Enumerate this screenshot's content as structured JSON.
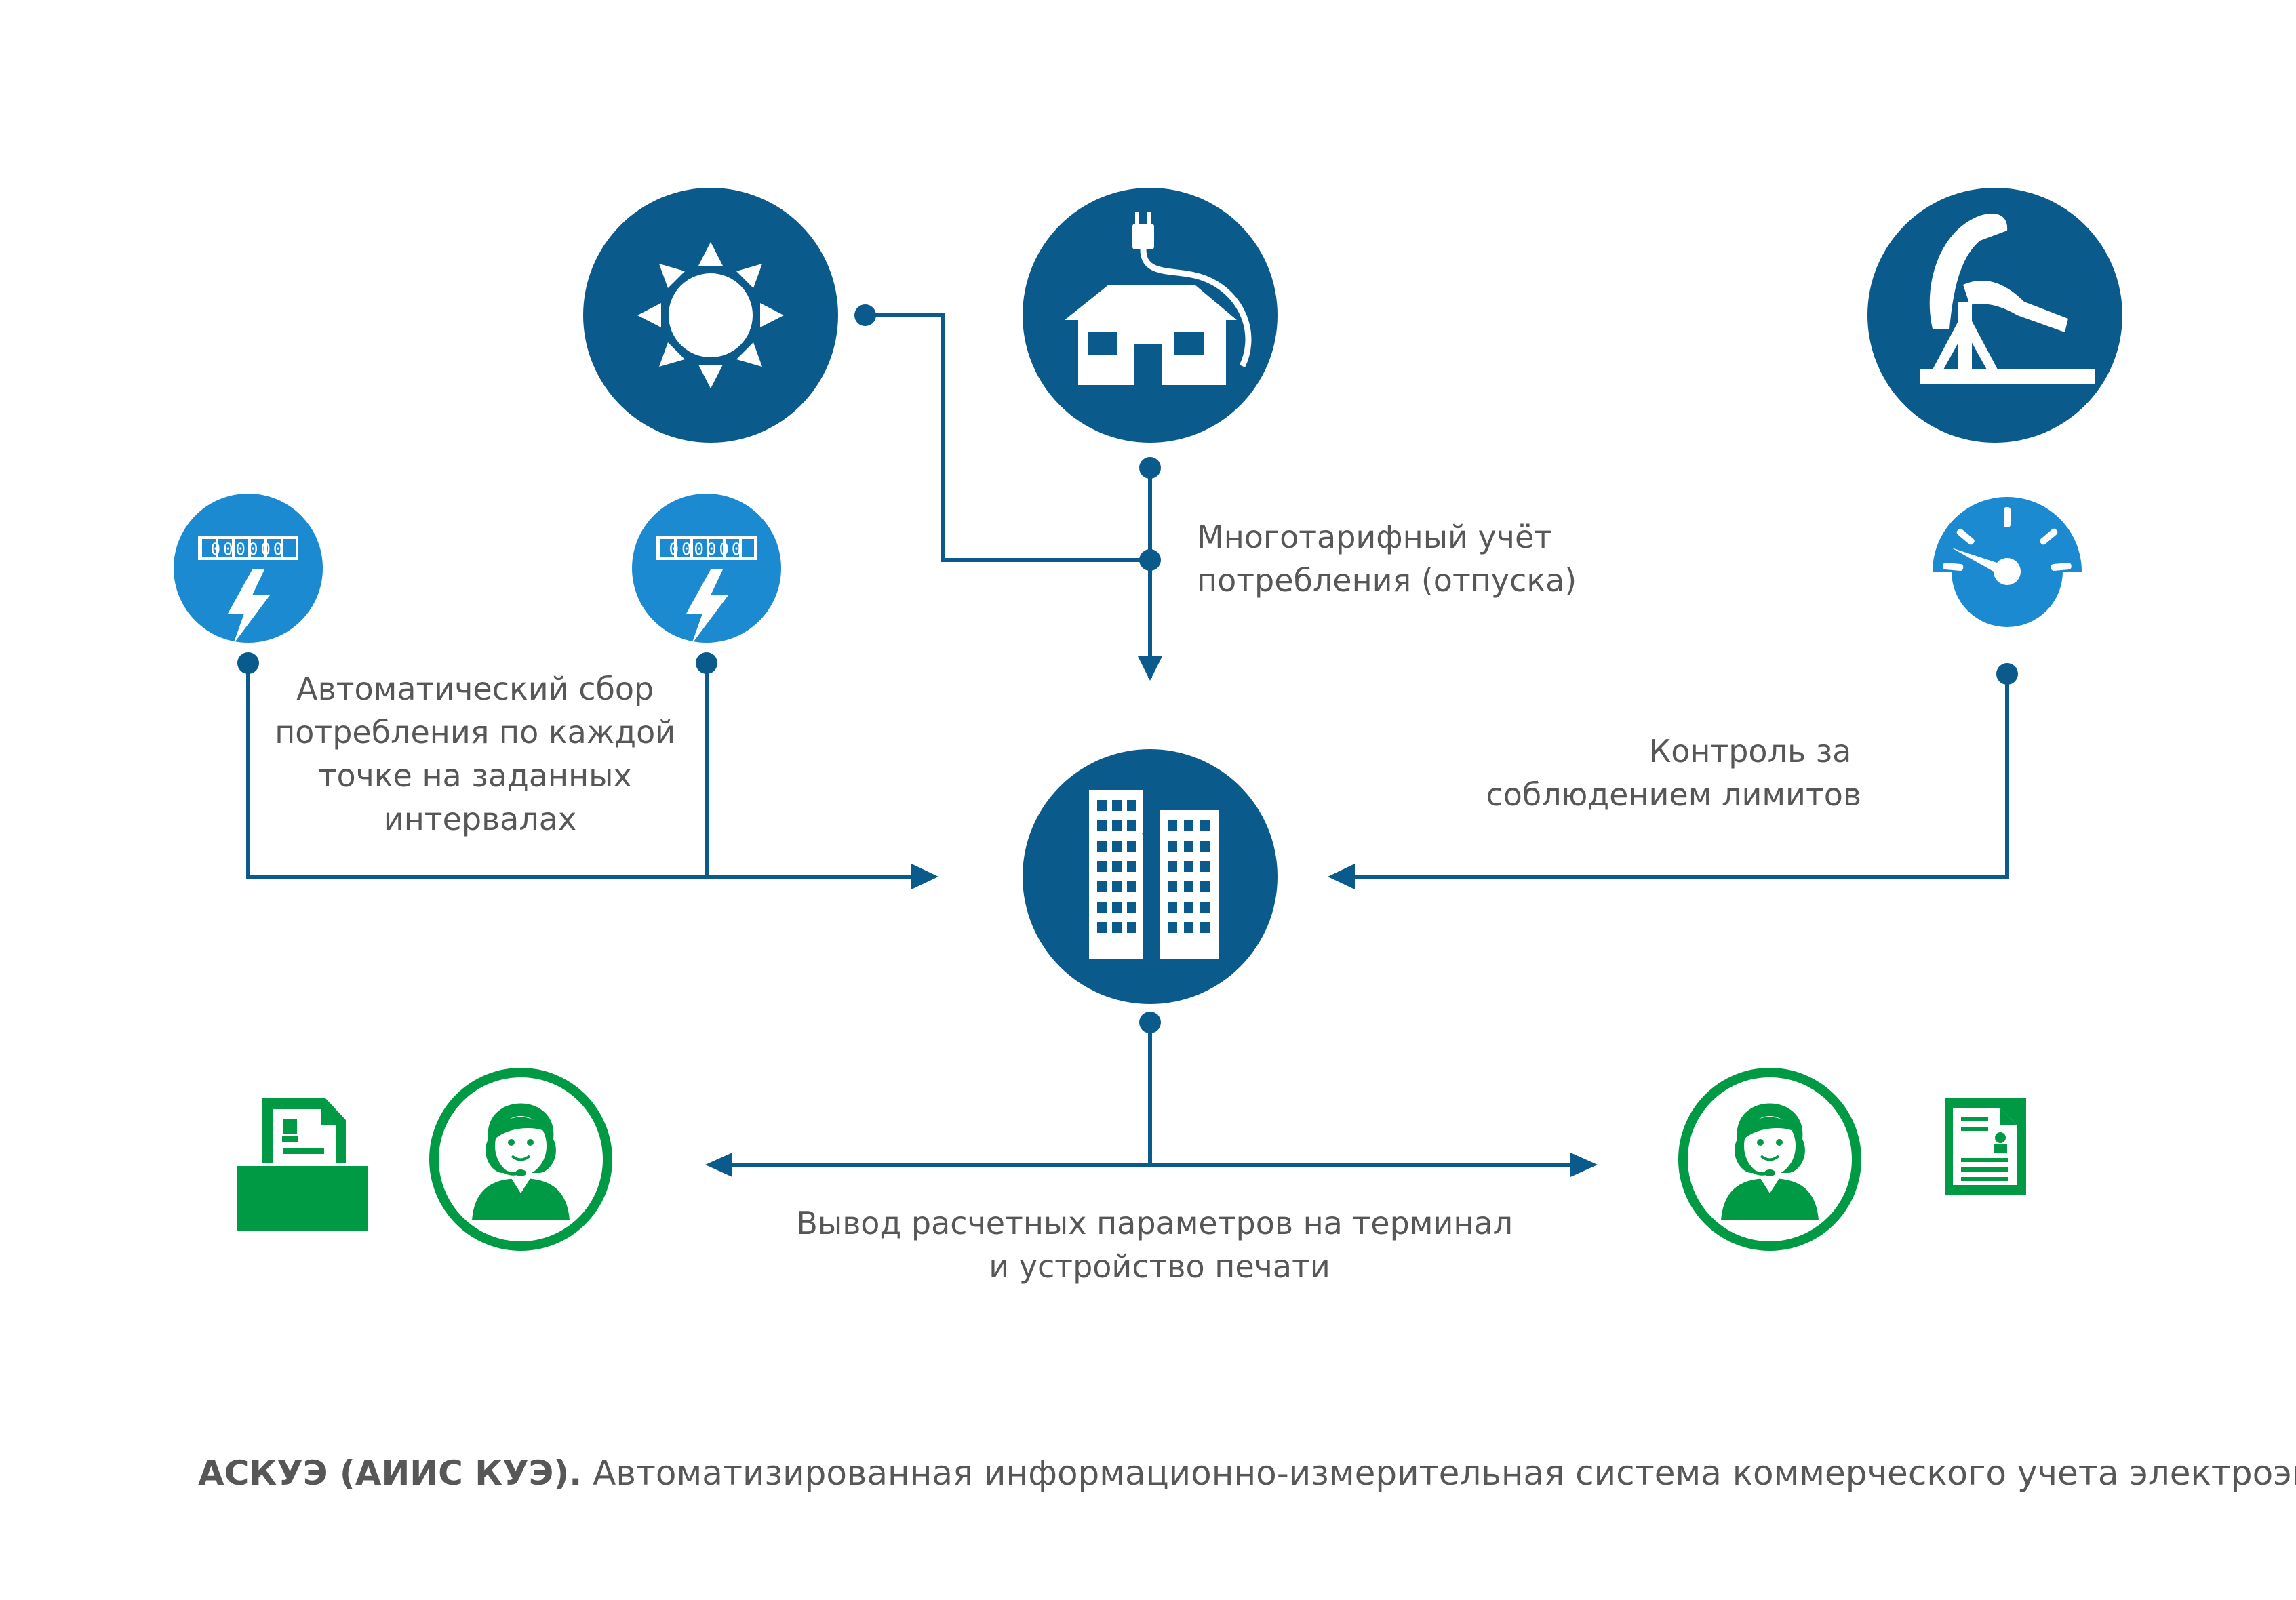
{
  "colors": {
    "dark_blue": "#0b5a8c",
    "light_blue": "#1b8ad0",
    "green": "#009a44",
    "text": "#575757",
    "background": "#ffffff"
  },
  "nodes": {
    "sun": {
      "icon": "sun-icon"
    },
    "house": {
      "icon": "house-plug-icon"
    },
    "pump": {
      "icon": "oil-pump-icon"
    },
    "meter_left": {
      "icon": "electric-meter-icon",
      "digits": "000000"
    },
    "meter_right": {
      "icon": "electric-meter-icon",
      "digits": "000000"
    },
    "gauge": {
      "icon": "gauge-icon"
    },
    "server": {
      "icon": "office-building-icon"
    },
    "operator_left": {
      "icon": "operator-headset-icon"
    },
    "operator_right": {
      "icon": "operator-headset-icon"
    },
    "printer": {
      "icon": "printer-icon"
    },
    "document": {
      "icon": "document-icon"
    }
  },
  "labels": {
    "multitariff": [
      "Многотарифный учёт",
      "потребления (отпуска)"
    ],
    "auto_collect": [
      "Автоматический сбор",
      "потребления по каждой",
      "точке на заданных",
      "интервалах"
    ],
    "limits": [
      "Контроль за",
      "соблюдением лимитов"
    ],
    "output": [
      "Вывод расчетных параметров на терминал",
      "и устройство печати"
    ]
  },
  "caption": {
    "bold": "АСКУЭ (АИИС КУЭ).",
    "text": " Автоматизированная информационно-измерительная система коммерческого учета электроэнергии"
  }
}
